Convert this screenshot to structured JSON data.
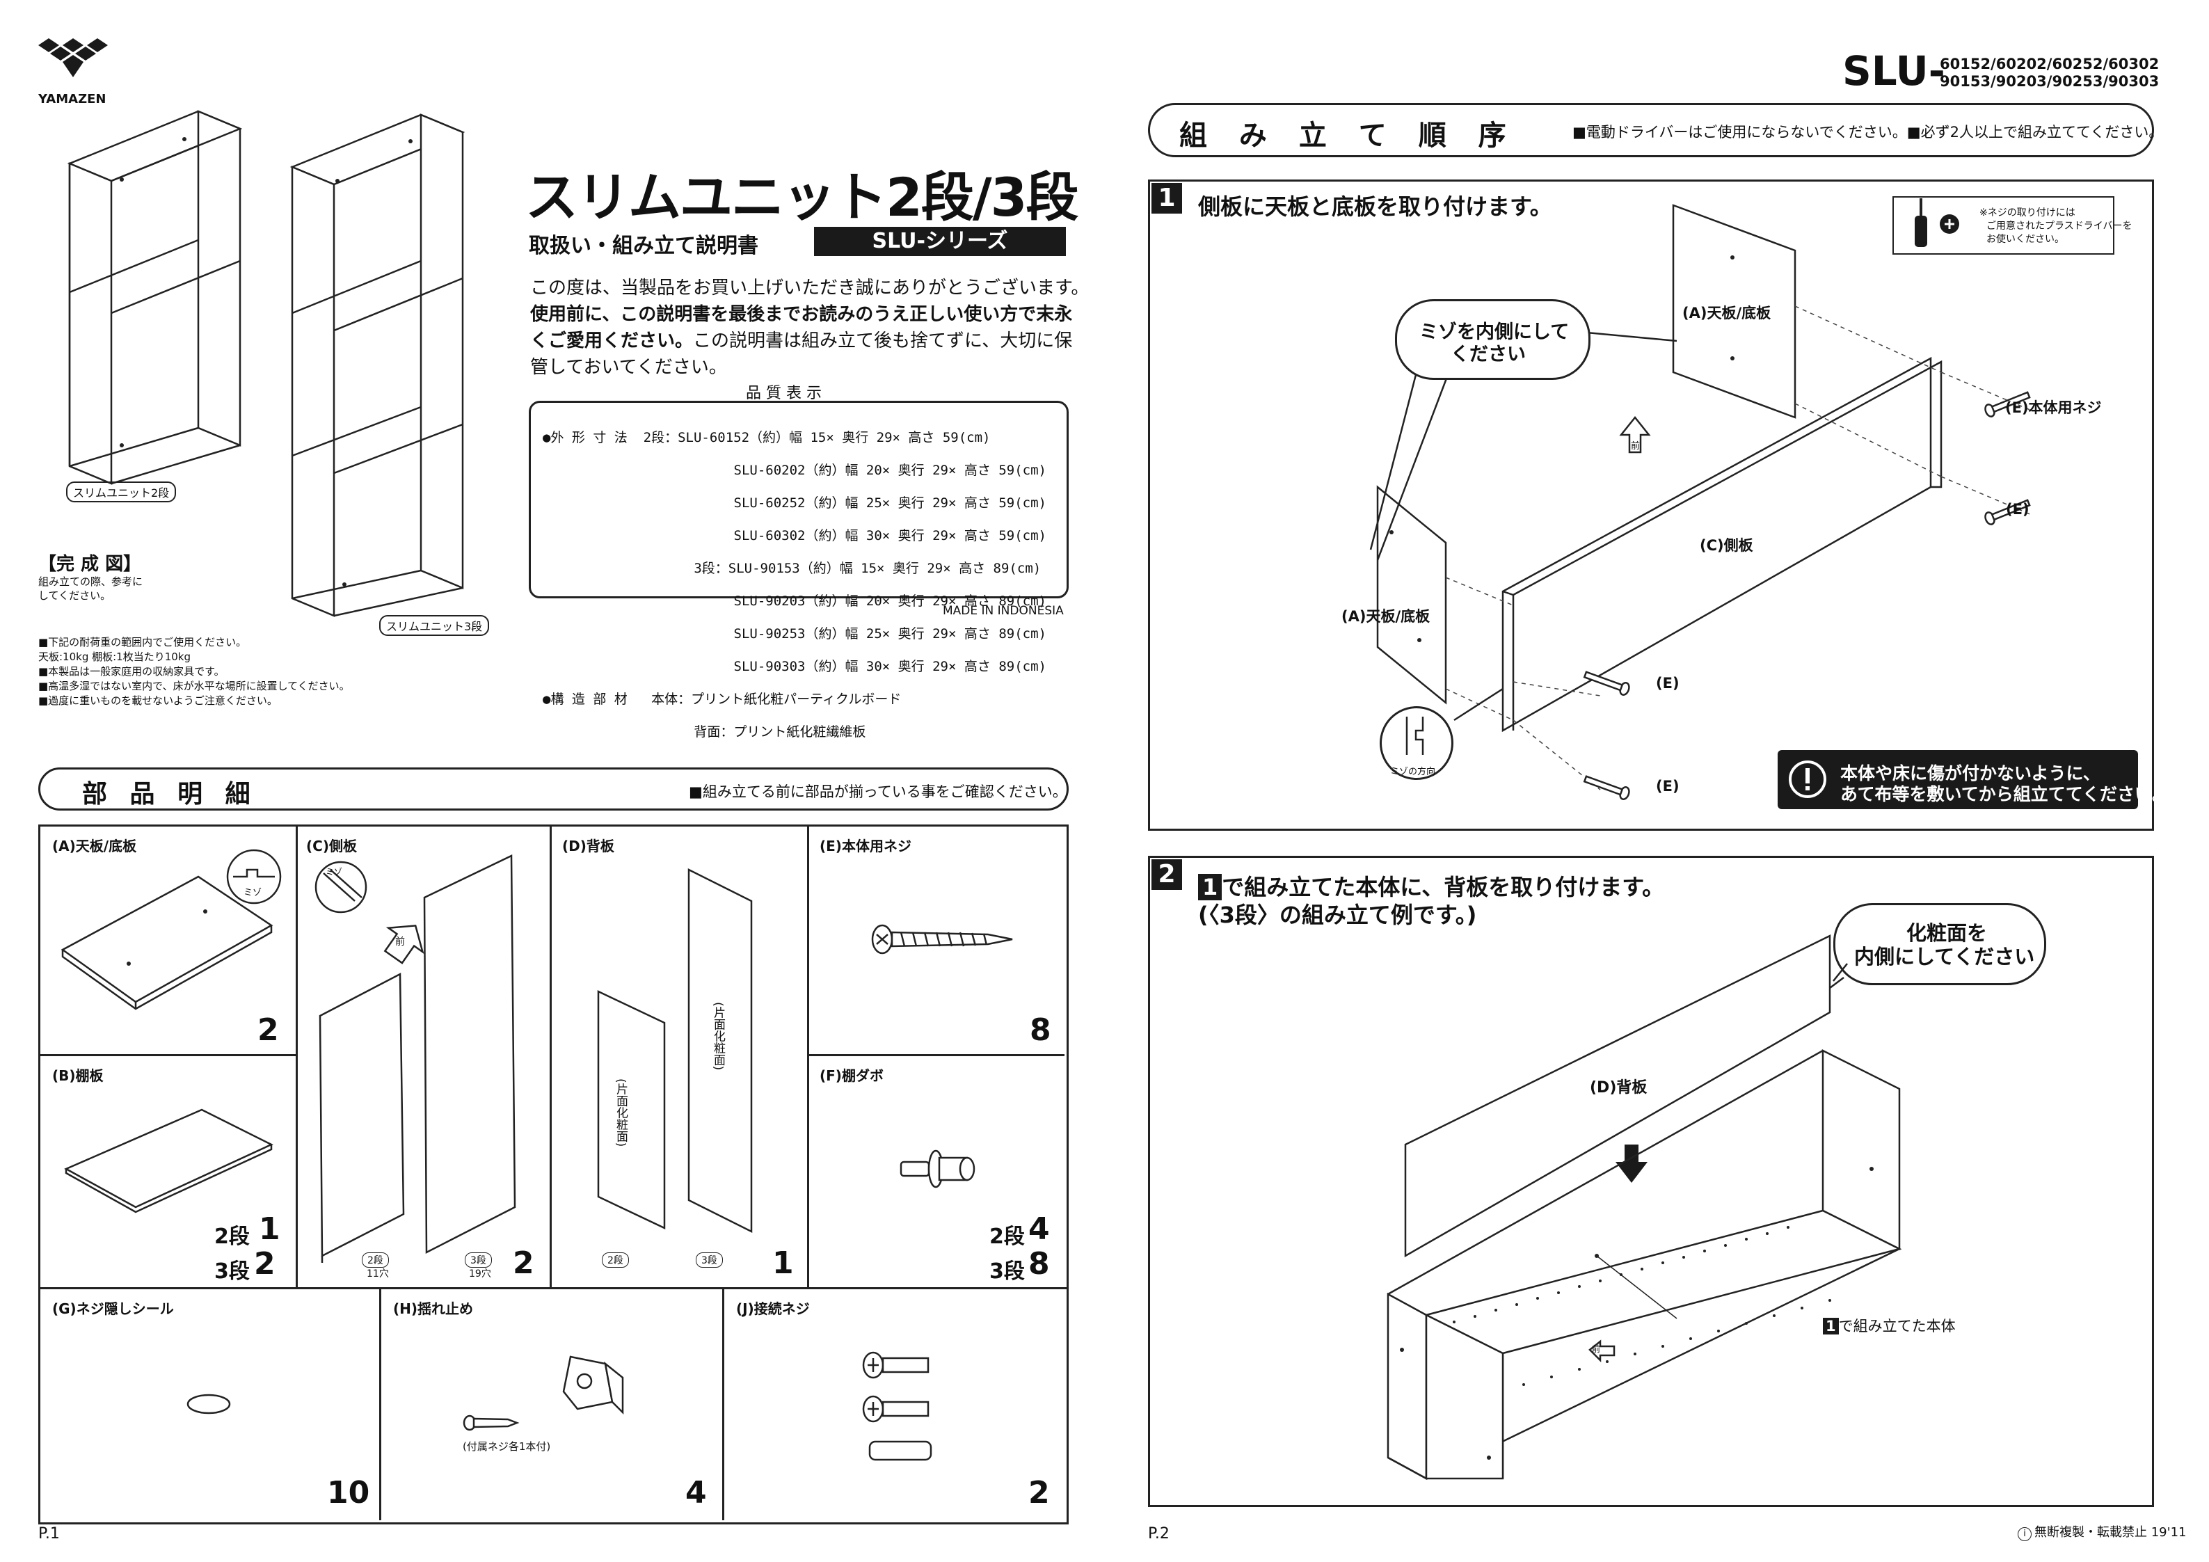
{
  "brand": {
    "name": "YAMAZEN"
  },
  "model": {
    "prefix": "SLU-",
    "line1": "60152/60202/60252/60302",
    "line2": "90153/90203/90253/90303"
  },
  "title": {
    "main": "スリムユニット2段/3段",
    "sub": "取扱い・組み立て説明書",
    "series": "SLU-シリーズ"
  },
  "intro": {
    "line1": "この度は、当製品をお買い上げいただき誠にありがとうございます。",
    "line2": "使用前に、この説明書を最後までお読みのうえ正しい使い方で末永",
    "line3_bold": "くご愛用ください。",
    "line3_rest": "この説明書は組み立て後も捨てずに、大切に保",
    "line4": "管しておいてください。"
  },
  "quality": {
    "header": "品 質 表 示",
    "rows": [
      "●外 形 寸 法  2段：SLU-60152（約）幅 15× 奥行 29× 高さ 59(cm)",
      "                        SLU-60202（約）幅 20× 奥行 29× 高さ 59(cm)",
      "                        SLU-60252（約）幅 25× 奥行 29× 高さ 59(cm)",
      "                        SLU-60302（約）幅 30× 奥行 29× 高さ 59(cm)",
      "                   3段：SLU-90153（約）幅 15× 奥行 29× 高さ 89(cm)",
      "                        SLU-90203（約）幅 20× 奥行 29× 高さ 89(cm)",
      "                        SLU-90253（約）幅 25× 奥行 29× 高さ 89(cm)",
      "                        SLU-90303（約）幅 30× 奥行 29× 高さ 89(cm)",
      "●構 造 部 材   本体：プリント紙化粧パーティクルボード",
      "                   背面：プリント紙化粧繊維板"
    ],
    "made_in": "MADE IN INDONESIA"
  },
  "illustration": {
    "label2": "スリムユニット2段",
    "label3": "スリムユニット3段"
  },
  "complete": {
    "title": "【完 成 図】",
    "note1": "組み立ての際、参考に",
    "note2": "してください。"
  },
  "notes": [
    "■下記の耐荷重の範囲内でご使用ください。",
    "  天板:10kg  棚板:1枚当たり10kg",
    "■本製品は一般家庭用の収納家具です。",
    "■高温多湿ではない室内で、床が水平な場所に設置してください。",
    "■過度に重いものを載せないようご注意ください。"
  ],
  "parts": {
    "header": "部 品 明 細",
    "note": "■組み立てる前に部品が揃っている事をご確認ください。",
    "a": {
      "label": "(A)天板/底板",
      "qty": "2",
      "mizo": "ミゾ"
    },
    "b": {
      "label": "(B)棚板",
      "q2_label": "2段",
      "q2": "1",
      "q3_label": "3段",
      "q3": "2"
    },
    "c": {
      "label": "(C)側板",
      "qty": "2",
      "mizo": "ミゾ",
      "mae": "前",
      "tag2": "2段",
      "holes2": "11穴",
      "tag3": "3段",
      "holes3": "19穴"
    },
    "d": {
      "label": "(D)背板",
      "qty": "1",
      "face": "(片面化粧面)",
      "tag2": "2段",
      "tag3": "3段"
    },
    "e": {
      "label": "(E)本体用ネジ",
      "qty": "8"
    },
    "f": {
      "label": "(F)棚ダボ",
      "q2_label": "2段",
      "q2": "4",
      "q3_label": "3段",
      "q3": "8"
    },
    "g": {
      "label": "(G)ネジ隠しシール",
      "qty": "10"
    },
    "h": {
      "label": "(H)揺れ止め",
      "qty": "4",
      "note": "(付属ネジ各1本付)"
    },
    "j": {
      "label": "(J)接続ネジ",
      "qty": "2"
    }
  },
  "page1": "P.1",
  "assembly": {
    "header": "組 み 立 て 順 序",
    "note": "■電動ドライバーはご使用にならないでください。■必ず2人以上で組み立ててください。"
  },
  "step1": {
    "num": "1",
    "title": "側板に天板と底板を取り付けます。",
    "bubble1": "ミゾを内側にして",
    "bubble2": "ください",
    "driver1": "※ネジの取り付けには",
    "driver2": "ご用意されたプラスドライバーを",
    "driver3": "お使いください。",
    "lbl_a_top": "(A)天板/底板",
    "lbl_a_bottom": "(A)天板/底板",
    "lbl_c": "(C)側板",
    "lbl_e_main": "(E)本体用ネジ",
    "lbl_e": "(E)",
    "mae": "前",
    "mizo_dir": "ミゾの方向",
    "warn1": "本体や床に傷が付かないように、",
    "warn2": "あて布等を敷いてから組立ててください。"
  },
  "step2": {
    "num": "2",
    "title1_num": "1",
    "title1": "で組み立てた本体に、背板を取り付けます。",
    "title2": "(〈3段〉の組み立て例です。)",
    "bubble1": "化粧面を",
    "bubble2": "内側にしてください",
    "lbl_d": "(D)背板",
    "lbl_body_num": "1",
    "lbl_body": "で組み立てた本体",
    "mae": "前"
  },
  "page2": "P.2",
  "copyright": "無断複製・転載禁止  19'11"
}
